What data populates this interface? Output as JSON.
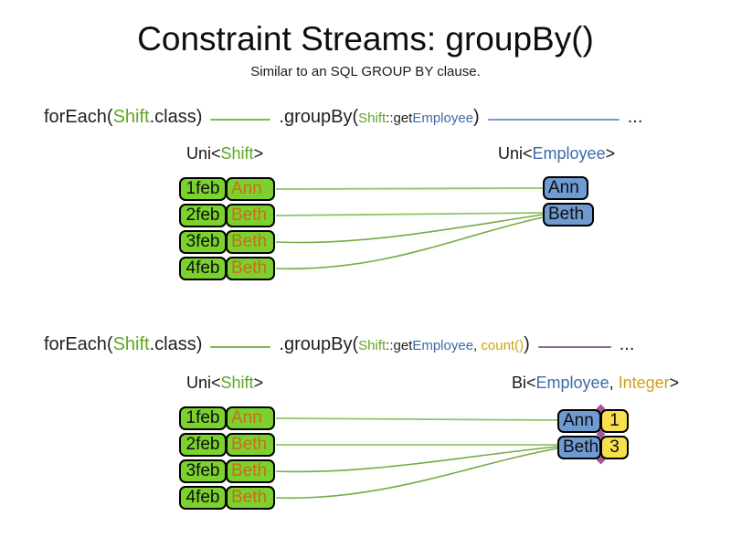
{
  "title": "Constraint Streams: groupBy()",
  "subtitle": "Similar to an SQL GROUP BY clause.",
  "code_line_1": {
    "foreach": "forEach(",
    "foreach_class": "Shift",
    "foreach_suffix": ".class)",
    "groupby": ".groupBy(",
    "arg1_class": "Shift",
    "arg1_method": "::get",
    "arg1_prop": "Employee",
    "close_paren": ")",
    "ellipsis": "..."
  },
  "code_line_2": {
    "foreach": "forEach(",
    "foreach_class": "Shift",
    "foreach_suffix": ".class)",
    "groupby": ".groupBy(",
    "arg1_class": "Shift",
    "arg1_method": "::get",
    "arg1_prop": "Employee",
    "separator": ", ",
    "arg2": "count()",
    "close_paren": ")",
    "ellipsis": "..."
  },
  "diagram1": {
    "left_label": {
      "prefix": "Uni<",
      "type": "Shift",
      "suffix": ">"
    },
    "right_label": {
      "prefix": "Uni<",
      "type": "Employee",
      "suffix": ">"
    },
    "rows": [
      {
        "date": "1feb",
        "name": "Ann"
      },
      {
        "date": "2feb",
        "name": "Beth"
      },
      {
        "date": "3feb",
        "name": "Beth"
      },
      {
        "date": "4feb",
        "name": "Beth"
      }
    ],
    "groups": [
      {
        "name": "Ann"
      },
      {
        "name": "Beth"
      }
    ]
  },
  "diagram2": {
    "left_label": {
      "prefix": "Uni<",
      "type": "Shift",
      "suffix": ">"
    },
    "right_label": {
      "prefix": "Bi<",
      "type1": "Employee",
      "separator": ", ",
      "type2": "Integer",
      "suffix": ">"
    },
    "rows": [
      {
        "date": "1feb",
        "name": "Ann"
      },
      {
        "date": "2feb",
        "name": "Beth"
      },
      {
        "date": "3feb",
        "name": "Beth"
      },
      {
        "date": "4feb",
        "name": "Beth"
      }
    ],
    "groups": [
      {
        "name": "Ann",
        "count": "1"
      },
      {
        "name": "Beth",
        "count": "3"
      }
    ]
  },
  "colors": {
    "green_fill": "#7bd22e",
    "green_text": "#5ea821",
    "orange_text": "#c96d1c",
    "blue_fill": "#6f9bd2",
    "blue_text": "#3c6ba6",
    "yellow_fill": "#f6e04d",
    "gold_text": "#cfa216",
    "line_green": "#7fb84e",
    "line_blue": "#7b97c6",
    "line_purple": "#8a6b9a",
    "junction_diamond": "#a4589c"
  }
}
